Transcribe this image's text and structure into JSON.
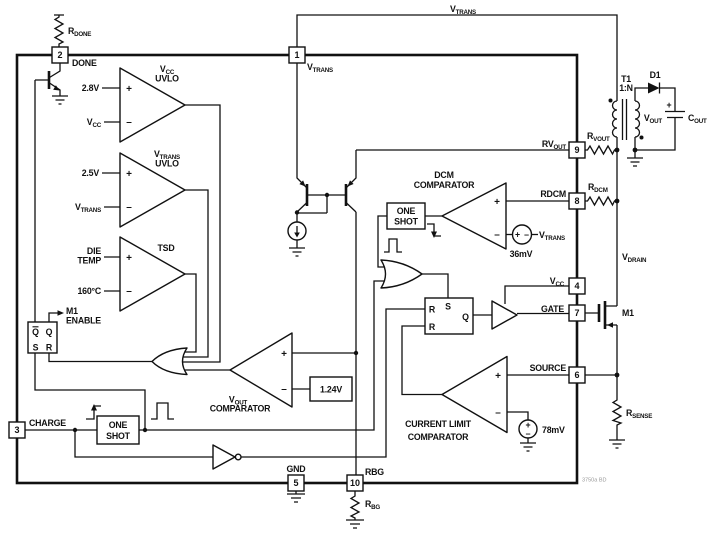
{
  "doc_code": "3750a BD",
  "signs": {
    "plus": "+",
    "minus": "–"
  },
  "pins": {
    "p1": "1",
    "p2": "2",
    "p3": "3",
    "p4": "4",
    "p5": "5",
    "p6": "6",
    "p7": "7",
    "p8": "8",
    "p9": "9",
    "p10": "10"
  },
  "nets": {
    "vtrans_top": {
      "m": "V",
      "s": "TRANS"
    },
    "vtrans_pin": {
      "m": "V",
      "s": "TRANS"
    },
    "vdrain": {
      "m": "V",
      "s": "DRAIN"
    },
    "m1": "M1",
    "done": "DONE",
    "charge": "CHARGE",
    "gnd": "GND",
    "rbg_pin": "RBG",
    "rdcm_pin": "RDCM",
    "rvout_pin": {
      "m": "RV",
      "s": "OUT"
    },
    "vcc_pin": {
      "m": "V",
      "s": "CC"
    },
    "gate": "GATE",
    "source": "SOURCE"
  },
  "comparators": {
    "vcc_uvlo": {
      "name1": {
        "m": "V",
        "s": "CC"
      },
      "name2": "UVLO",
      "in_plus": "2.8V",
      "in_minus": {
        "m": "V",
        "s": "CC"
      }
    },
    "vtrans_uvlo": {
      "name1": {
        "m": "V",
        "s": "TRANS"
      },
      "name2": "UVLO",
      "in_plus": "2.5V",
      "in_minus": {
        "m": "V",
        "s": "TRANS"
      }
    },
    "tsd": {
      "name": "TSD",
      "in_plus1": "DIE",
      "in_plus2": "TEMP",
      "in_minus": "160°C"
    },
    "dcm": {
      "name1": "DCM",
      "name2": "COMPARATOR",
      "src_val": "36mV",
      "src_ref": {
        "m": "V",
        "s": "TRANS"
      }
    },
    "vout": {
      "name1": {
        "m": "V",
        "s": "OUT"
      },
      "name2": "COMPARATOR",
      "ref": "1.24V"
    },
    "ilim": {
      "name1": "CURRENT LIMIT",
      "name2": "COMPARATOR",
      "src_val": "78mV"
    }
  },
  "blocks": {
    "one_shot": {
      "line1": "ONE",
      "line2": "SHOT"
    },
    "done_latch": {
      "qb": "Q",
      "q": "Q",
      "s": "S",
      "r": "R"
    },
    "main_latch": {
      "r1": "R",
      "s": "S",
      "r2": "R",
      "q": "Q"
    },
    "m1_enable": {
      "line1": "M1",
      "line2": "ENABLE"
    }
  },
  "external": {
    "r_done": {
      "m": "R",
      "s": "DONE"
    },
    "r_vout": {
      "m": "R",
      "s": "VOUT"
    },
    "r_dcm": {
      "m": "R",
      "s": "DCM"
    },
    "r_bg": {
      "m": "R",
      "s": "BG"
    },
    "r_sense": {
      "m": "R",
      "s": "SENSE"
    },
    "t1": "T1",
    "ratio": "1:N",
    "d1": "D1",
    "v_out": {
      "m": "V",
      "s": "OUT"
    },
    "c_out": {
      "m": "C",
      "s": "OUT"
    },
    "plus": "+"
  }
}
